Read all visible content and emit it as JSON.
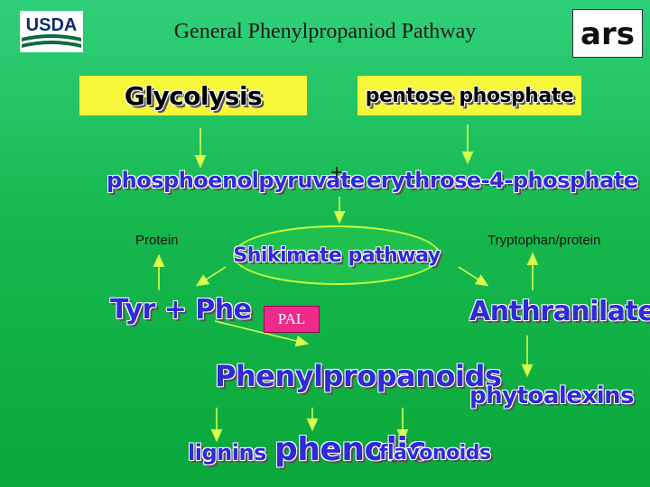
{
  "title": "General Phenylpropaniod Pathway",
  "logos": {
    "left": "USDA",
    "right": "ars"
  },
  "nodes": {
    "glycolysis": "Glycolysis",
    "pentose": "pentose phosphate",
    "pep": "phosphoenolpyruvate",
    "plus": "+",
    "e4p": "erythrose-4-phosphate",
    "protein": "Protein",
    "trp": "Tryptophan/protein",
    "shikimate": "Shikimate pathway",
    "tyrphe": "Tyr + Phe",
    "pal": "PAL",
    "anthranilate": "Anthranilate",
    "phenylpropanoids": "Phenylpropanoids",
    "phytoalexins": "phytoalexins",
    "lignins": "lignins",
    "phenolic": "phenolic",
    "flavonoids": "flavonoids"
  },
  "colors": {
    "background": "#16b84e",
    "box": "#f7f739",
    "wordart": "#2e2ad8",
    "arrow": "#c8ff3a",
    "pal": "#ee2a8a"
  }
}
